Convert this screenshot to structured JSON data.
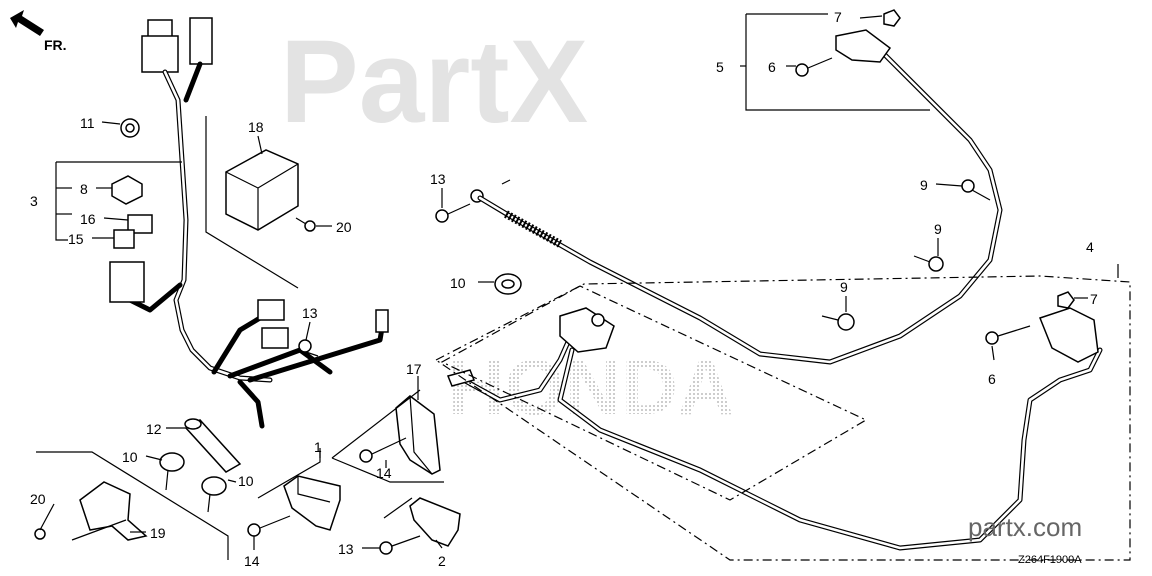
{
  "watermarks": {
    "brand": "PartX",
    "maker": "HONDA"
  },
  "direction_label": "FR.",
  "site": "partx.com",
  "diagram_code": "Z264F1900A",
  "callouts": [
    "1",
    "2",
    "3",
    "4",
    "5",
    "6",
    "7",
    "8",
    "9",
    "10",
    "11",
    "12",
    "13",
    "14",
    "15",
    "16",
    "17",
    "18",
    "19",
    "20"
  ]
}
